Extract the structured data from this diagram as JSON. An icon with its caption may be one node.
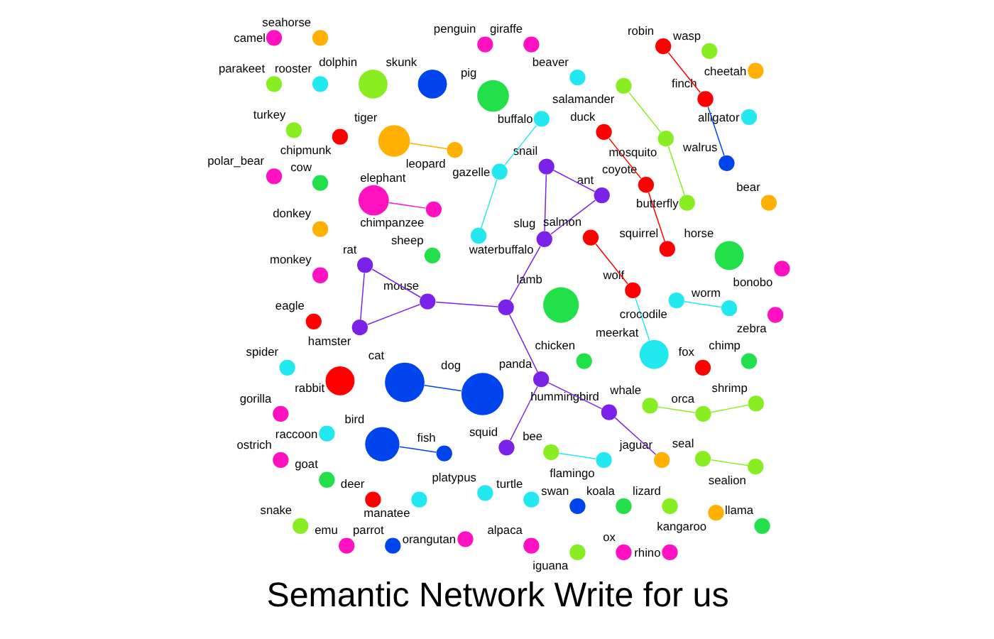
{
  "diagram": {
    "title": "Semantic Network Write for us",
    "nodes": [
      {
        "text": [],
        "shape": "circle",
        "beside": [
          "duck"
        ]
      },
      {
        "text": [],
        "shape": "circle",
        "beside": [
          "chicken"
        ]
      },
      {
        "text": [],
        "shape": "circle",
        "beside": [
          "rat"
        ]
      },
      {
        "text": [],
        "shape": "circle",
        "beside": [
          "ant"
        ]
      },
      {
        "text": [],
        "shape": "circle",
        "beside": [
          "sheep"
        ]
      },
      {
        "text": [],
        "shape": "circle",
        "beside": [
          "hamster"
        ]
      },
      {
        "text": [],
        "shape": "circle",
        "beside": [
          "snail"
        ]
      },
      {
        "text": [],
        "shape": "circle",
        "beside": [
          "fox"
        ]
      },
      {
        "text": [],
        "shape": "circle",
        "beside": [
          "chipmunk"
        ]
      },
      {
        "text": [],
        "shape": "circle",
        "beside": [
          "coyote"
        ]
      },
      {
        "text": [],
        "shape": "circle",
        "beside": [
          "platypus"
        ]
      },
      {
        "text": [],
        "shape": "circle",
        "beside": [
          "turtle"
        ]
      },
      {
        "text": [],
        "shape": "circle",
        "beside": [
          "slug"
        ]
      },
      {
        "text": [],
        "shape": "circle",
        "beside": [
          "horse"
        ]
      },
      {
        "text": [],
        "shape": "circle",
        "beside": [
          "pig"
        ]
      },
      {
        "text": [],
        "shape": "circle",
        "beside": [
          "mouse"
        ]
      },
      {
        "text": [],
        "shape": "circle",
        "beside": [
          "gazelle"
        ]
      },
      {
        "text": [],
        "shape": "circle",
        "beside": [
          "raccoon"
        ]
      },
      {
        "text": [],
        "shape": "circle",
        "beside": [
          "goat"
        ]
      },
      {
        "text": [],
        "shape": "circle",
        "beside": [
          "deer"
        ]
      },
      {
        "text": [],
        "shape": "circle",
        "beside": [
          "rabbit"
        ]
      },
      {
        "text": [],
        "shape": "circle",
        "beside": [
          "manatee"
        ]
      },
      {
        "text": [],
        "shape": "circle",
        "beside": [
          "swan"
        ]
      },
      {
        "text": [],
        "shape": "circle",
        "beside": [
          "lamb"
        ]
      },
      {
        "text": [],
        "shape": "circle"
      },
      {
        "text": [],
        "shape": "circle",
        "beside": [
          "koala"
        ]
      },
      {
        "text": [],
        "shape": "circle",
        "beside": [
          "buffalo"
        ]
      },
      {
        "text": [],
        "shape": "circle",
        "beside": [
          "squirrel"
        ]
      },
      {
        "text": [],
        "shape": "circle",
        "beside": [
          "lizard"
        ]
      },
      {
        "text": [],
        "shape": "circle",
        "beside": [
          "rooster"
        ]
      },
      {
        "text": [],
        "shape": "circle",
        "beside": [
          "cow"
        ]
      },
      {
        "text": [],
        "shape": "circle",
        "beside": [
          "donkey"
        ]
      },
      {
        "text": [],
        "shape": "circle",
        "beside": [
          "waterbuffalo"
        ]
      },
      {
        "text": [],
        "shape": "circle",
        "beside": [
          "monkey"
        ]
      },
      {
        "text": [],
        "shape": "circle",
        "beside": [
          "kangaroo"
        ]
      },
      {
        "text": [],
        "shape": "circle",
        "beside": [
          "chimp"
        ]
      },
      {
        "text": [],
        "shape": "circle",
        "beside": [
          "cat"
        ]
      },
      {
        "text": [],
        "shape": "circle",
        "beside": [
          "panda"
        ]
      },
      {
        "text": [],
        "shape": "circle",
        "beside": [
          "salmon"
        ]
      },
      {
        "text": [],
        "shape": "circle",
        "beside": [
          "wolf"
        ]
      },
      {
        "text": [],
        "shape": "circle",
        "beside": [
          "meerkat"
        ]
      },
      {
        "text": [],
        "shape": "circle",
        "beside": [
          "alligator"
        ]
      },
      {
        "text": [],
        "shape": "circle",
        "beside": [
          "beaver"
        ]
      },
      {
        "text": [],
        "shape": "circle",
        "beside": [
          "eagle"
        ]
      },
      {
        "text": [],
        "shape": "circle",
        "beside": [
          "cheetah"
        ]
      },
      {
        "text": [],
        "shape": "circle",
        "beside": [
          "dog"
        ]
      },
      {
        "text": [],
        "shape": "circle",
        "beside": [
          "llama"
        ]
      },
      {
        "text": [],
        "shape": "circle",
        "beside": [
          "snake"
        ]
      },
      {
        "text": [],
        "shape": "circle",
        "beside": [
          "bear"
        ]
      },
      {
        "text": [],
        "shape": "circle",
        "beside": [
          "turkey"
        ]
      },
      {
        "text": [],
        "shape": "circle",
        "beside": [
          "zebra"
        ]
      },
      {
        "text": [],
        "shape": "circle",
        "beside": [
          "tiger"
        ]
      },
      {
        "text": [],
        "shape": "circle",
        "beside": [
          "salamander"
        ]
      },
      {
        "text": [],
        "shape": "circle",
        "beside": [
          "squid"
        ]
      },
      {
        "text": [],
        "shape": "circle",
        "beside": [
          "leopard"
        ]
      },
      {
        "text": [],
        "shape": "circle",
        "beside": [
          "wasp"
        ]
      },
      {
        "text": [],
        "shape": "circle",
        "beside": [
          "spider"
        ]
      },
      {
        "text": [],
        "shape": "circle",
        "beside": [
          "orangutan"
        ]
      },
      {
        "text": [],
        "shape": "circle",
        "beside": [
          "bird"
        ]
      },
      {
        "text": [],
        "shape": "circle",
        "beside": [
          "crocodile"
        ]
      },
      {
        "text": [],
        "shape": "circle",
        "beside": [
          "worm"
        ]
      },
      {
        "text": [],
        "shape": "circle",
        "beside": [
          "mosquito"
        ]
      },
      {
        "text": [],
        "shape": "circle",
        "beside": [
          "robin"
        ]
      },
      {
        "text": [],
        "shape": "circle",
        "beside": [
          "alpaca"
        ]
      },
      {
        "text": [],
        "shape": "circle",
        "beside": [
          "hummingbird"
        ]
      },
      {
        "text": [],
        "shape": "circle",
        "beside": [
          "bonobo"
        ]
      },
      {
        "text": [],
        "shape": "circle",
        "beside": [
          "jaguar"
        ]
      },
      {
        "text": [],
        "shape": "circle",
        "beside": [
          "skunk"
        ]
      },
      {
        "text": [],
        "shape": "circle",
        "beside": [
          "giraffe"
        ]
      },
      {
        "text": [],
        "shape": "circle",
        "beside": [
          "penguin"
        ]
      },
      {
        "text": [],
        "shape": "circle",
        "beside": [
          "gorilla"
        ]
      },
      {
        "text": [],
        "shape": "circle",
        "beside": [
          "ostrich"
        ]
      },
      {
        "text": [],
        "shape": "circle",
        "beside": [
          "fish"
        ]
      },
      {
        "text": [],
        "shape": "circle",
        "beside": [
          "emu"
        ]
      },
      {
        "text": [],
        "shape": "circle",
        "beside": [
          "elephant"
        ]
      },
      {
        "text": [],
        "shape": "circle",
        "beside": [
          "parrot"
        ]
      },
      {
        "text": [],
        "shape": "circle",
        "beside": [
          "butterfly"
        ]
      },
      {
        "text": [],
        "shape": "circle",
        "beside": [
          "iguana"
        ]
      },
      {
        "text": [],
        "shape": "circle",
        "beside": [
          "bee"
        ]
      },
      {
        "text": [],
        "shape": "circle",
        "beside": [
          "flamingo"
        ]
      },
      {
        "text": [],
        "shape": "circle",
        "beside": [
          "finch"
        ]
      },
      {
        "text": [],
        "shape": "circle",
        "beside": [
          "ox"
        ]
      },
      {
        "text": [],
        "shape": "circle",
        "beside": [
          "dolphin"
        ]
      },
      {
        "text": [],
        "shape": "circle",
        "beside": [
          "rhino"
        ]
      },
      {
        "text": [],
        "shape": "circle",
        "beside": [
          "chimpanzee"
        ]
      },
      {
        "text": [],
        "shape": "circle",
        "beside": [
          "seahorse"
        ]
      },
      {
        "text": [],
        "shape": "circle",
        "beside": [
          "walrus"
        ]
      },
      {
        "text": [],
        "shape": "circle",
        "beside": [
          "camel"
        ]
      },
      {
        "text": [],
        "shape": "circle",
        "beside": [
          "parakeet"
        ]
      },
      {
        "text": [],
        "shape": "circle",
        "beside": [
          "polar_bear"
        ]
      },
      {
        "text": [],
        "shape": "circle",
        "beside": [
          "whale"
        ]
      },
      {
        "text": [],
        "shape": "circle",
        "beside": [
          "seal"
        ]
      },
      {
        "text": [],
        "shape": "circle",
        "beside": [
          "shrimp"
        ]
      },
      {
        "text": [],
        "shape": "circle",
        "beside": [
          "orca"
        ]
      },
      {
        "text": [],
        "shape": "circle",
        "beside": [
          "sealion"
        ]
      }
    ],
    "edges": [
      {
        "from": 3,
        "to": 6,
        "arrow": "none",
        "color": "#7a22e8"
      },
      {
        "from": 3,
        "to": 12,
        "arrow": "none",
        "color": "#7a22e8"
      },
      {
        "from": 6,
        "to": 12,
        "arrow": "none",
        "color": "#7a22e8"
      },
      {
        "from": 12,
        "to": 24,
        "arrow": "none",
        "color": "#7a22e8"
      },
      {
        "from": 2,
        "to": 5,
        "arrow": "none",
        "color": "#7a22e8"
      },
      {
        "from": 5,
        "to": 15,
        "arrow": "none",
        "color": "#7a22e8"
      },
      {
        "from": 2,
        "to": 15,
        "arrow": "none",
        "color": "#7a22e8"
      },
      {
        "from": 15,
        "to": 24,
        "arrow": "none",
        "color": "#7a22e8"
      },
      {
        "from": 24,
        "to": 37,
        "arrow": "none",
        "color": "#7a22e8"
      },
      {
        "from": 37,
        "to": 53,
        "arrow": "none",
        "color": "#7a22e8"
      },
      {
        "from": 37,
        "to": 64,
        "arrow": "none",
        "color": "#7a22e8"
      },
      {
        "from": 64,
        "to": 66,
        "arrow": "none",
        "color": "#7a22e8"
      },
      {
        "from": 16,
        "to": 26,
        "arrow": "none",
        "color": "#22e8f0"
      },
      {
        "from": 16,
        "to": 32,
        "arrow": "none",
        "color": "#22e8f0"
      },
      {
        "from": 38,
        "to": 39,
        "arrow": "none",
        "color": "#ff0000"
      },
      {
        "from": 9,
        "to": 0,
        "arrow": "none",
        "color": "#ff0000"
      },
      {
        "from": 9,
        "to": 27,
        "arrow": "none",
        "color": "#ff0000"
      },
      {
        "from": 61,
        "to": 76,
        "arrow": "none",
        "color": "#88ee22"
      },
      {
        "from": 61,
        "to": 52,
        "arrow": "none",
        "color": "#88ee22"
      },
      {
        "from": 62,
        "to": 80,
        "arrow": "none",
        "color": "#ff0000"
      },
      {
        "from": 60,
        "to": 59,
        "arrow": "none",
        "color": "#22e8f0"
      },
      {
        "from": 80,
        "to": 86,
        "arrow": "none",
        "color": "#0044ee"
      },
      {
        "from": 90,
        "to": 93,
        "arrow": "none",
        "color": "#88ee22"
      },
      {
        "from": 93,
        "to": 92,
        "arrow": "none",
        "color": "#88ee22"
      },
      {
        "from": 91,
        "to": 94,
        "arrow": "none",
        "color": "#88ee22"
      },
      {
        "from": 79,
        "to": 78,
        "arrow": "none",
        "color": "#22e8f0"
      },
      {
        "from": 40,
        "to": 39,
        "arrow": "none",
        "color": "#22e8f0"
      },
      {
        "from": 58,
        "to": 72,
        "arrow": "none",
        "color": "#0044ee"
      },
      {
        "from": 45,
        "to": 36,
        "arrow": "none",
        "color": "#0044ee"
      },
      {
        "from": 74,
        "to": 84,
        "arrow": "none",
        "color": "#ff10c0"
      },
      {
        "from": 51,
        "to": 54,
        "arrow": "none",
        "color": "#ffb000"
      }
    ]
  }
}
